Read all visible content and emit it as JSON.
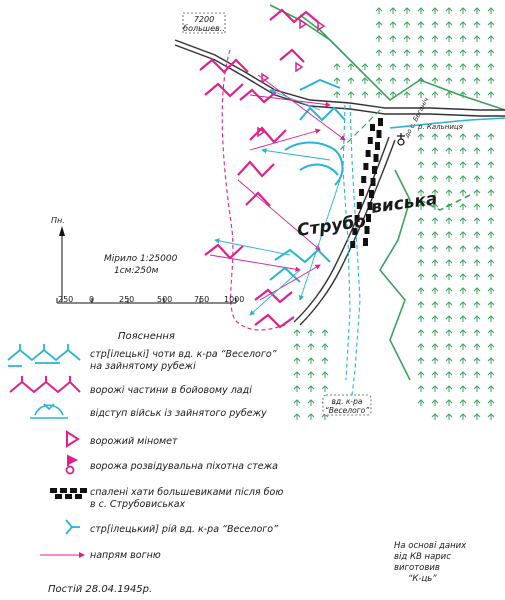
{
  "colors": {
    "forest": "#3aa55a",
    "insurgent": "#27b4d8",
    "enemy": "#e0208c",
    "road": "#333333",
    "burned": "#111111"
  },
  "map": {
    "place_7200": "7200",
    "place_7200_sub": "большев..",
    "river_name": "р. Кальниця",
    "village_label": "до с. Бегоніч",
    "village_name_part1": "Струбо",
    "village_name_part2": "виська",
    "unit_label_line1": "вд. к-ра",
    "unit_label_line2": "“Веселого”",
    "north_label": "Пн.",
    "scale_label": "Мірило 1:25000",
    "scale_sub": "1см:250м",
    "scale_ticks": [
      "250",
      "0",
      "250",
      "500",
      "750",
      "1000"
    ]
  },
  "legend": {
    "title": "Пояснення",
    "items": [
      {
        "icon": "insurgent-position-icon",
        "line1": "стр[ілецькі] чоти вд. к-ра “Веселого”",
        "line2": "на зайнятому рубежі"
      },
      {
        "icon": "enemy-position-icon",
        "line1": "ворожі частини в бойовому ладі",
        "line2": ""
      },
      {
        "icon": "retreat-icon",
        "line1": "відступ військ із зайнятого рубежу",
        "line2": ""
      },
      {
        "icon": "mortar-icon",
        "line1": "ворожий міномет",
        "line2": ""
      },
      {
        "icon": "recon-icon",
        "line1": "ворожа розвідувальна піхотна стежа",
        "line2": ""
      },
      {
        "icon": "burned-houses-icon",
        "line1": "спалені хати большевиками після бою",
        "line2": "в с. Струбовиськах"
      },
      {
        "icon": "rifle-team-icon",
        "line1": "стр[ілецький] рій вд. к-ра “Веселого”",
        "line2": ""
      },
      {
        "icon": "fire-direction-icon",
        "line1": "напрям вогню",
        "line2": ""
      }
    ]
  },
  "footer": {
    "date": "Постій 28.04.1945р.",
    "source_line1": "На основі даних",
    "source_line2": "від КВ нарис",
    "source_line3": "виготовив",
    "source_line4": "“К-ць”"
  }
}
